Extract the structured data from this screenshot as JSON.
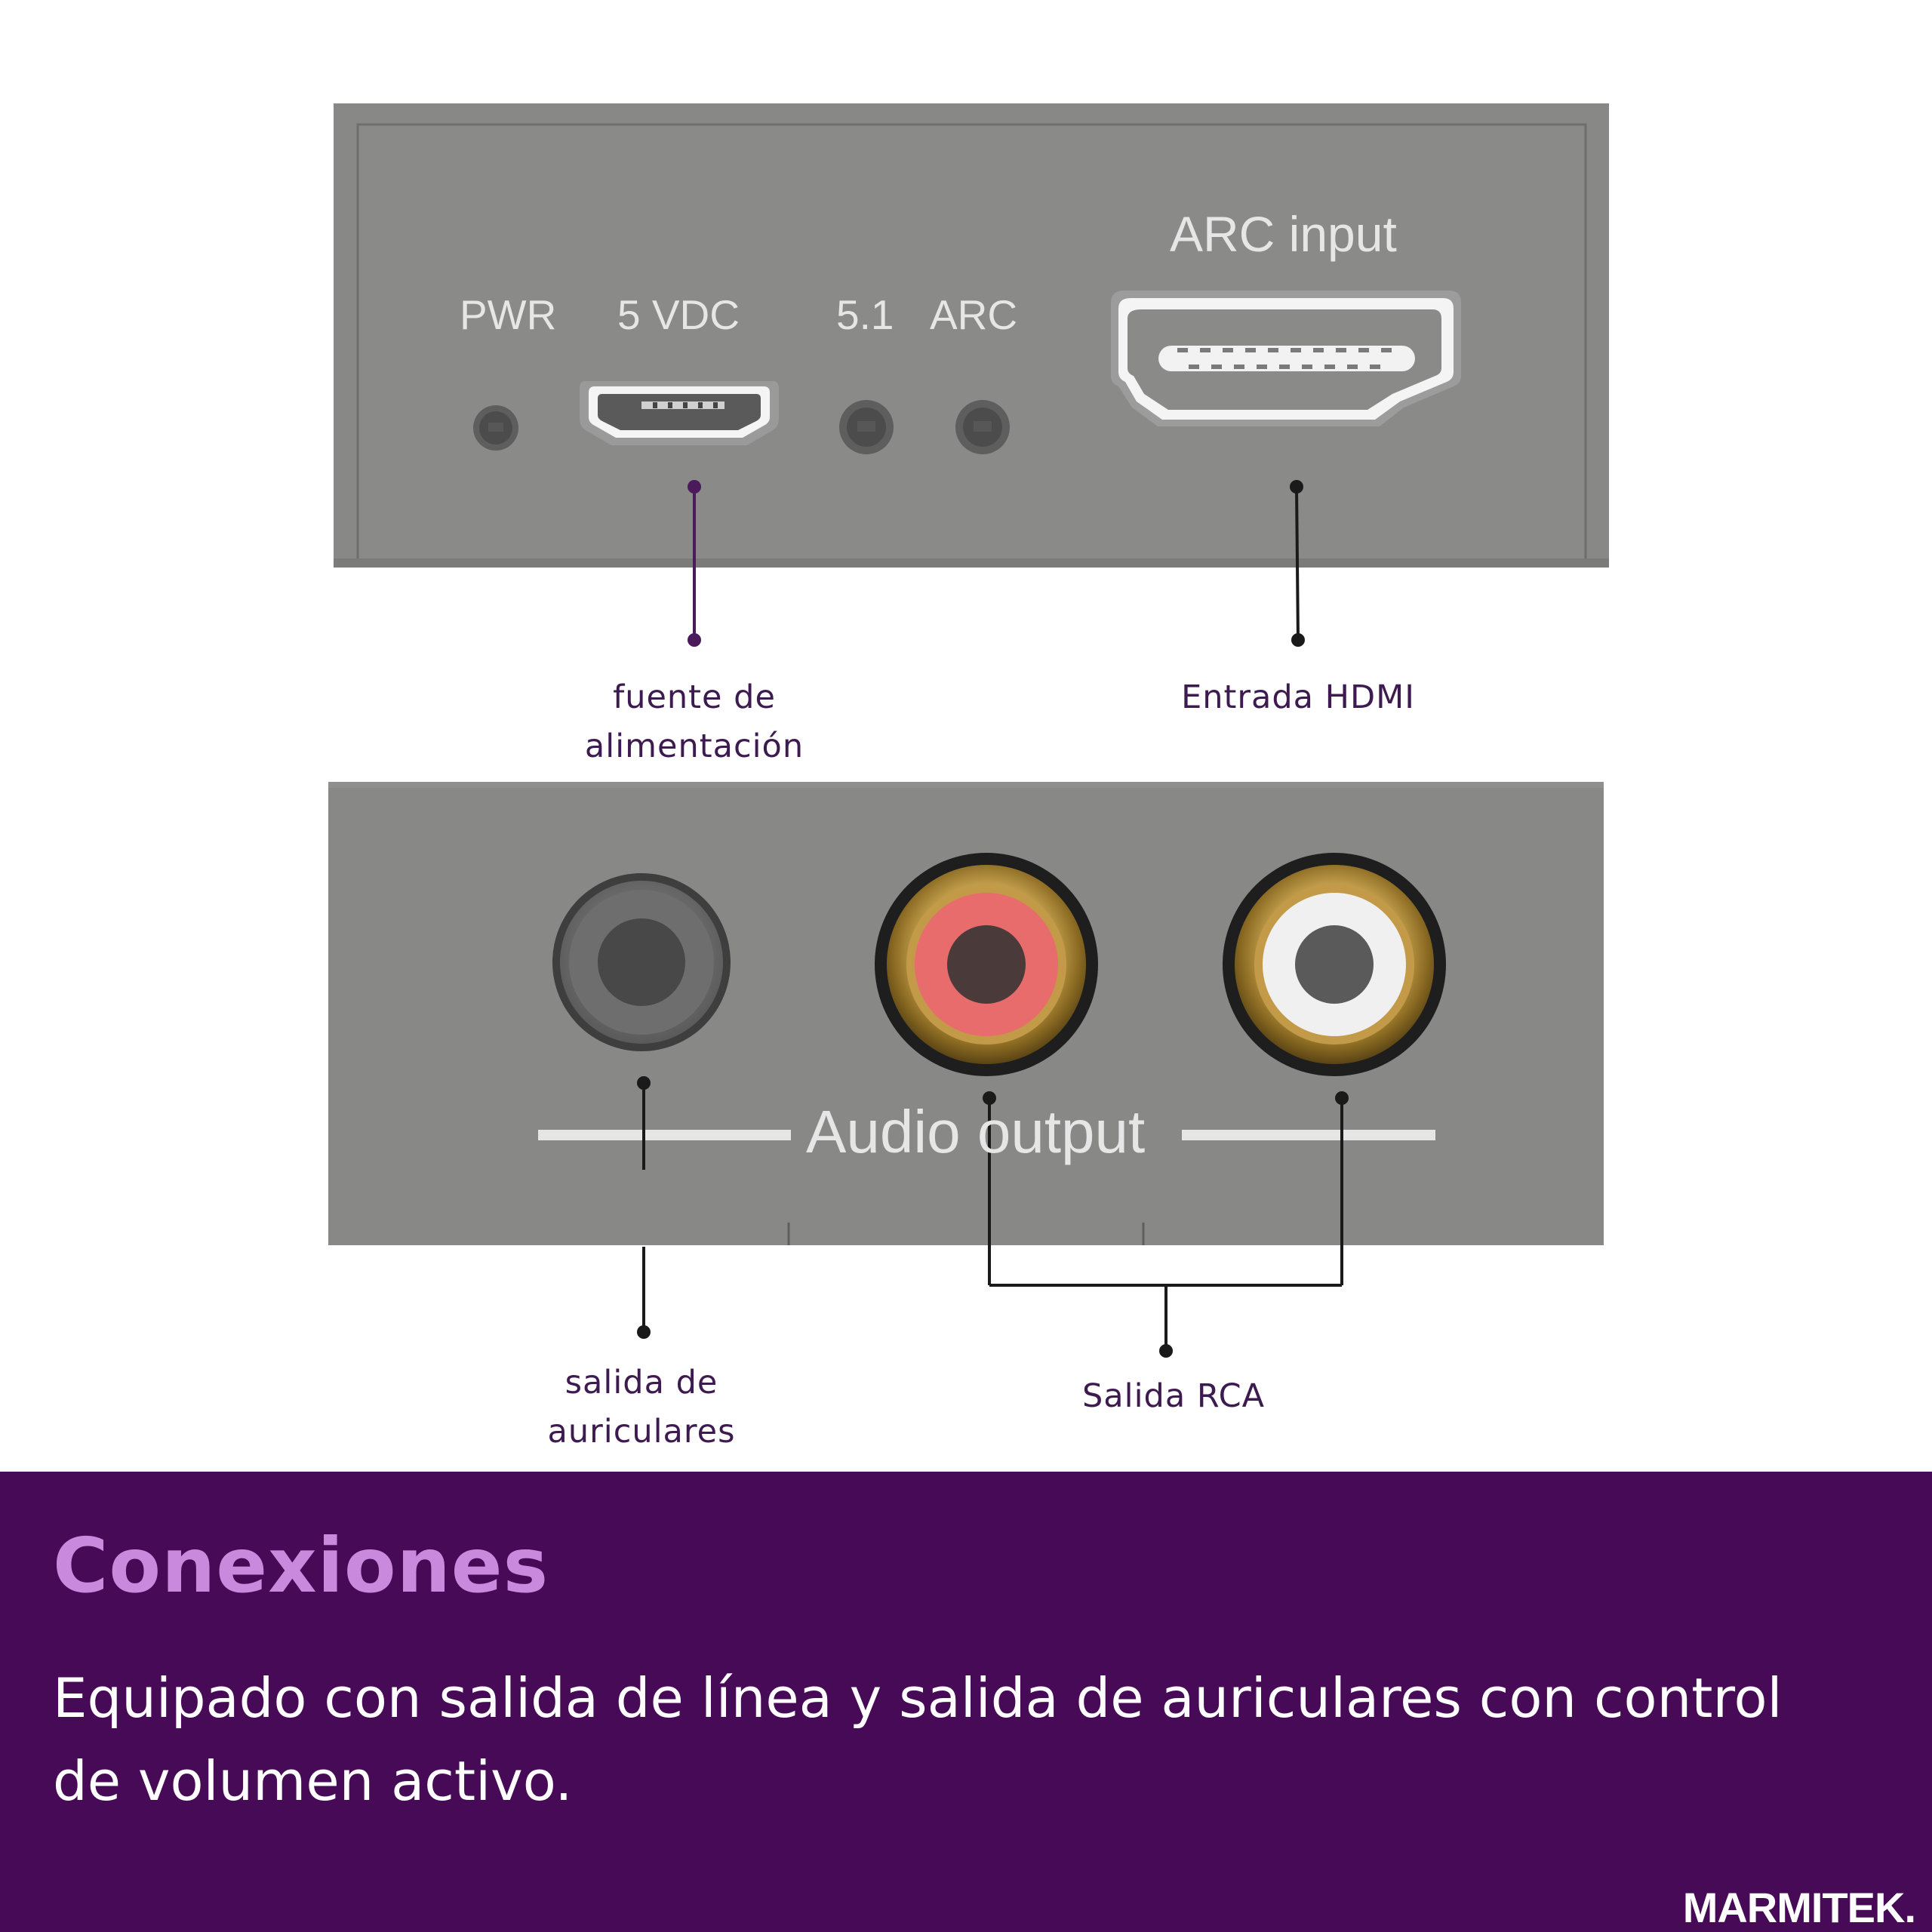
{
  "colors": {
    "accent_purple": "#470a56",
    "heading_lilac": "#c98ade",
    "label_purple": "#3d1a4f",
    "panel_gray": "#888887",
    "jack_red": "#e86c6c",
    "jack_gold": "#d8b466"
  },
  "top_panel": {
    "pwr": "PWR",
    "vdc": "5 VDC",
    "five_one": "5.1",
    "arc": "ARC",
    "arc_input": "ARC input"
  },
  "bottom_panel": {
    "audio_output": "Audio output"
  },
  "callouts": {
    "power": "fuente de\nalimentación",
    "hdmi": "Entrada HDMI",
    "headphones": "salida de\nauriculares",
    "rca": "Salida RCA"
  },
  "footer": {
    "heading": "Conexiones",
    "body": "Equipado con salida de línea y salida de auriculares con control de volumen activo.",
    "logo": "MARMITEK."
  }
}
